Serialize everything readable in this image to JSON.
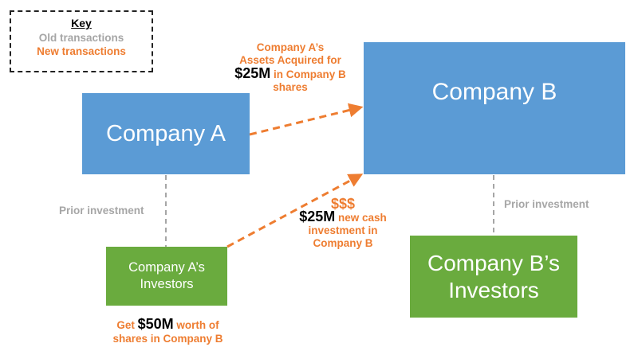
{
  "key": {
    "title": "Key",
    "old": "Old transactions",
    "new": "New transactions"
  },
  "nodes": {
    "company_a": "Company A",
    "company_b": "Company B",
    "a_investors_line1": "Company A’s",
    "a_investors_line2": "Investors",
    "b_investors_line1": "Company B’s",
    "b_investors_line2": "Investors"
  },
  "labels": {
    "acquired_line1": "Company A’s",
    "acquired_line2": "Assets Acquired for",
    "acquired_amount": "$25M",
    "acquired_line3_rest": " in Company B",
    "acquired_line4": "shares",
    "cash_symbol": "$$$",
    "cash_amount": "$25M",
    "cash_line1_rest": " new cash",
    "cash_line2": "investment in",
    "cash_line3": "Company B",
    "get_prefix": "Get ",
    "get_amount": "$50M",
    "get_suffix": " worth of",
    "get_line2": "shares in Company B",
    "prior_investment_a": "Prior investment",
    "prior_investment_b": "Prior investment"
  },
  "colors": {
    "old": "#a6a6a6",
    "new": "#ee7d31",
    "company_box": "#5b9bd5",
    "investor_box": "#6aab3e"
  }
}
